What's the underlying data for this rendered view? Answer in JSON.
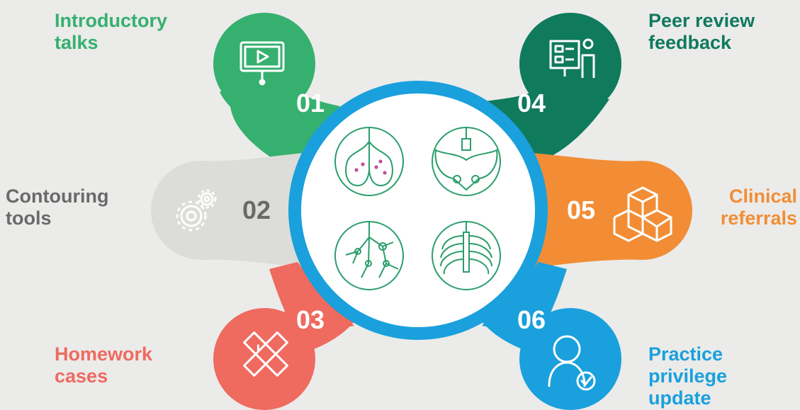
{
  "colors": {
    "background": "#ebebea",
    "hub_ring": "#1aa0dc",
    "hub_fill": "#ffffff",
    "anatomy_stroke": "#2a9e6b",
    "lung_dots": "#c0509a",
    "s01": "#36b06f",
    "s02": "#dcdcd8",
    "s03": "#ef6a5f",
    "s04": "#0f7a5c",
    "s05": "#f28d35",
    "s06": "#1aa0dc",
    "label_02": "#6a6a6a"
  },
  "steps": [
    {
      "number": "01",
      "label": "Introductory\ntalks",
      "icon": "presentation-screen-icon",
      "color": "#36b06f"
    },
    {
      "number": "02",
      "label": "Contouring\ntools",
      "icon": "gears-icon",
      "color": "#6a6a6a"
    },
    {
      "number": "03",
      "label": "Homework\ncases",
      "icon": "pencil-ruler-icon",
      "color": "#ef6a5f"
    },
    {
      "number": "04",
      "label": "Peer review\nfeedback",
      "icon": "presenter-board-icon",
      "color": "#0f7a5c"
    },
    {
      "number": "05",
      "label": "Clinical\nreferrals",
      "icon": "cubes-icon",
      "color": "#f28d35"
    },
    {
      "number": "06",
      "label": "Practice\nprivilege\nupdate",
      "icon": "user-check-icon",
      "color": "#1aa0dc"
    }
  ],
  "hub_icons": [
    "lungs-icon",
    "pelvis-icon",
    "lymph-nodes-icon",
    "ribcage-icon"
  ]
}
